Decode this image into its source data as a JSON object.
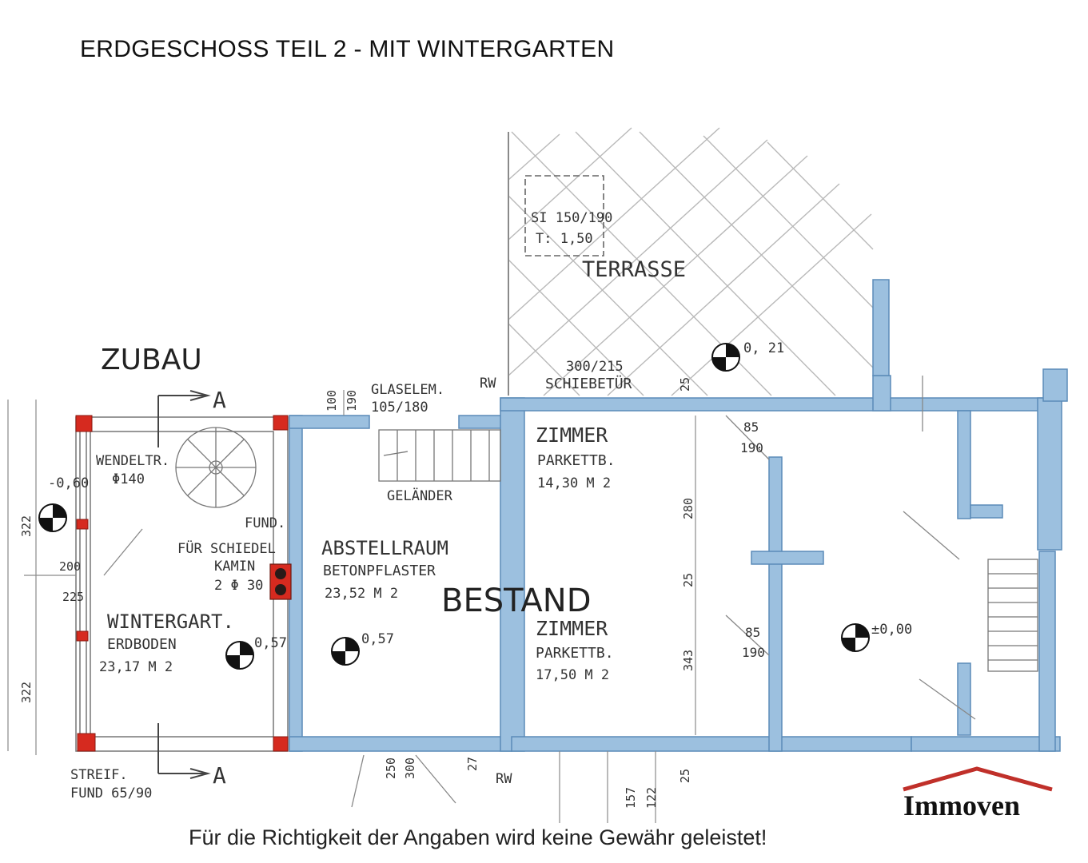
{
  "header": {
    "title": "ERDGESCHOSS TEIL 2 - MIT WINTERGARTEN"
  },
  "footer": {
    "disclaimer": "Für die Richtigkeit der Angaben wird keine Gewähr geleistet!"
  },
  "logo": {
    "text": "Immoven"
  },
  "colors": {
    "wall": "#5b8bb8",
    "wall_fill": "#9cc0df",
    "column": "#d62a1f",
    "line": "#6d6d6d",
    "text": "#333333",
    "roof": "#c0302a"
  },
  "plan": {
    "zubau": "ZUBAU",
    "bestand": "BESTAND",
    "terrasse": "TERRASSE",
    "section_mark": "A",
    "wendeltreppe": "WENDELTR.",
    "wendel_dim": "Φ140",
    "fund": "FUND.",
    "schiedel": "FÜR SCHIEDEL",
    "kamin": "KAMIN",
    "kamin_dim": "2 Φ 30",
    "wintergarten": {
      "name": "WINTERGART.",
      "floor": "ERDBODEN",
      "area": "23,17 M 2"
    },
    "abstellraum": {
      "name": "ABSTELLRAUM",
      "floor": "BETONPFLASTER",
      "area": "23,52 M 2"
    },
    "zimmer1": {
      "name": "ZIMMER",
      "floor": "PARKETTB.",
      "area": "14,30 M 2"
    },
    "zimmer2": {
      "name": "ZIMMER",
      "floor": "PARKETTB.",
      "area": "17,50 M 2"
    },
    "glaselem": "GLASELEM.",
    "glaselem_dim": "105/180",
    "gelaender": "GELÄNDER",
    "rw": "RW",
    "schiebetuer": "SCHIEBETÜR",
    "schiebetuer_dim": "300/215",
    "si": "SI 150/190",
    "ti": "T: 1,50",
    "streif": "STREIF.",
    "streif_fund": "FUND 65/90",
    "levels": [
      "-0,60",
      "0,57",
      "0,57",
      "0, 21",
      "±0,00"
    ],
    "dims": [
      "100",
      "190",
      "85",
      "190",
      "85",
      "190",
      "280",
      "25",
      "343",
      "322",
      "200",
      "225",
      "322",
      "250",
      "300",
      "27",
      "157",
      "122",
      "25",
      "25"
    ]
  }
}
